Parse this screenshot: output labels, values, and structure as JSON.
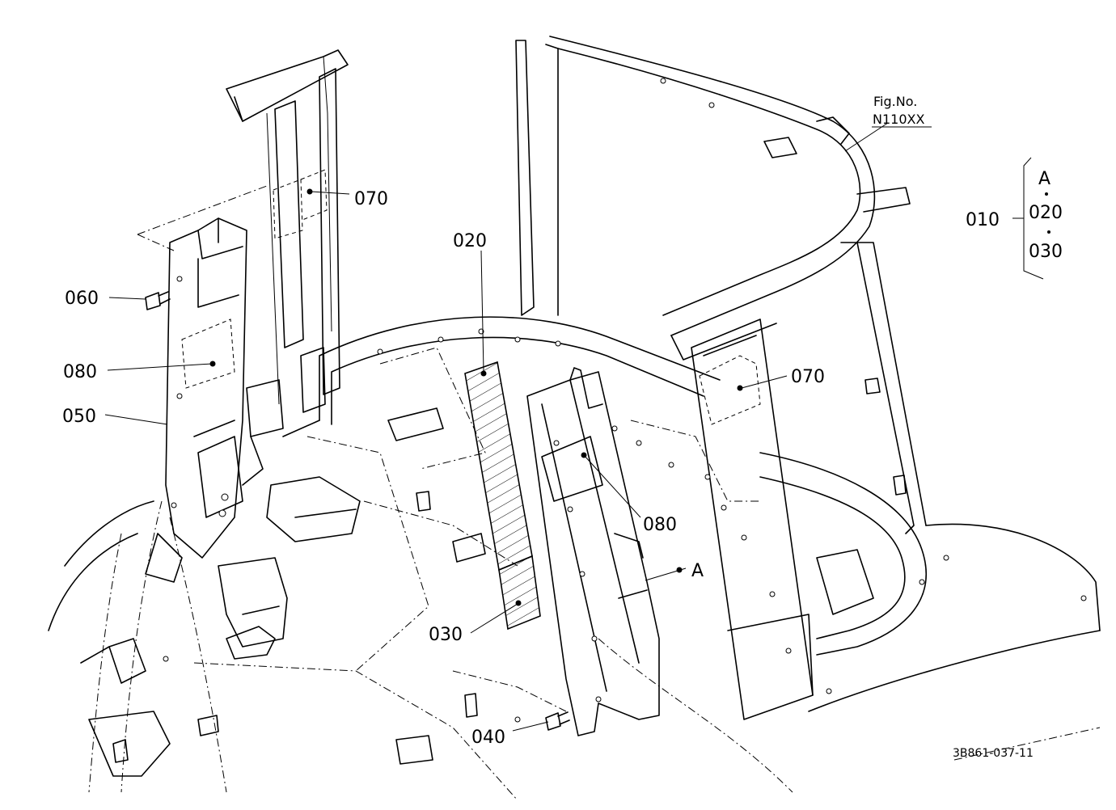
{
  "callouts": {
    "c010": "010",
    "c020_list": "020",
    "c030_list": "030",
    "cA_list": "A",
    "c020": "020",
    "c030": "030",
    "c040": "040",
    "c050": "050",
    "c060": "060",
    "c070_top": "070",
    "c070_right": "070",
    "c080_left": "080",
    "c080_right": "080",
    "cA": "A"
  },
  "figure_ref": {
    "line1": "Fig.No.",
    "line2": "N110XX"
  },
  "drawing_code": "3B861-037-11"
}
